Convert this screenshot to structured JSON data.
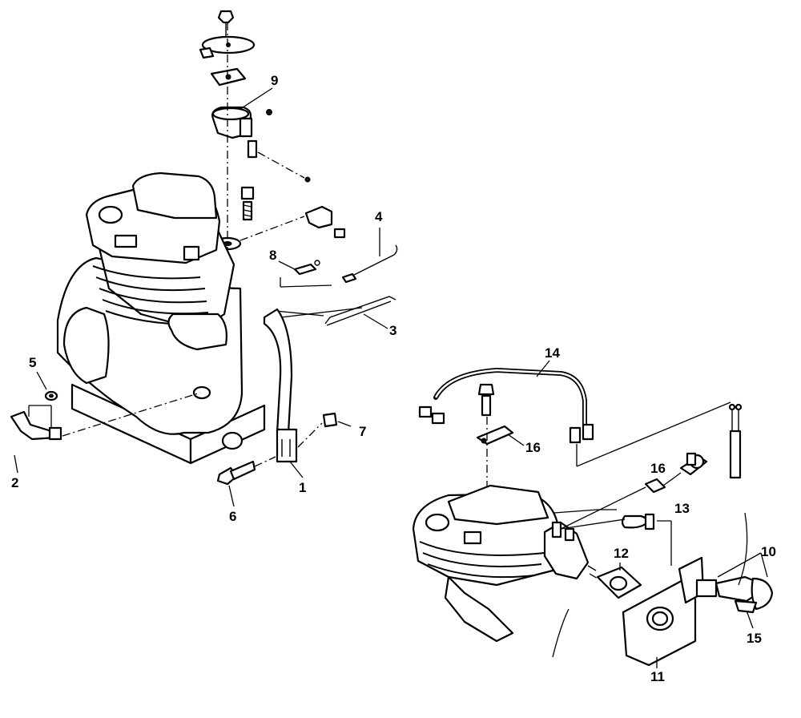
{
  "callouts": [
    {
      "label": "1"
    },
    {
      "label": "2"
    },
    {
      "label": "3"
    },
    {
      "label": "4"
    },
    {
      "label": "5"
    },
    {
      "label": "6"
    },
    {
      "label": "7"
    },
    {
      "label": "8"
    },
    {
      "label": "9"
    },
    {
      "label": "10"
    },
    {
      "label": "11"
    },
    {
      "label": "12"
    },
    {
      "label": "13"
    },
    {
      "label": "14"
    },
    {
      "label": "15"
    },
    {
      "label": "16"
    },
    {
      "label": "16"
    }
  ]
}
